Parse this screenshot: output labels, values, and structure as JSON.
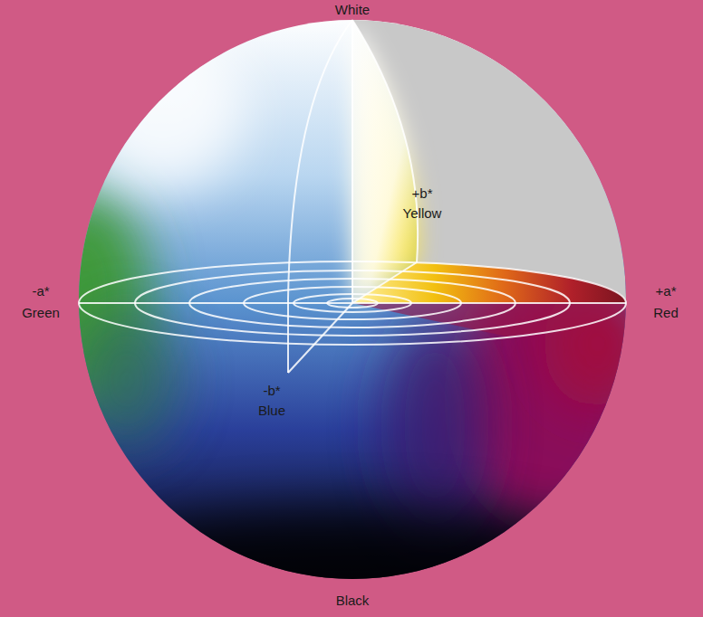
{
  "diagram": {
    "labels": [
      "White",
      "+b*",
      "Yellow",
      "-a*",
      "Green",
      "+a*",
      "Red",
      "-b*",
      "Blue",
      "Black"
    ]
  }
}
